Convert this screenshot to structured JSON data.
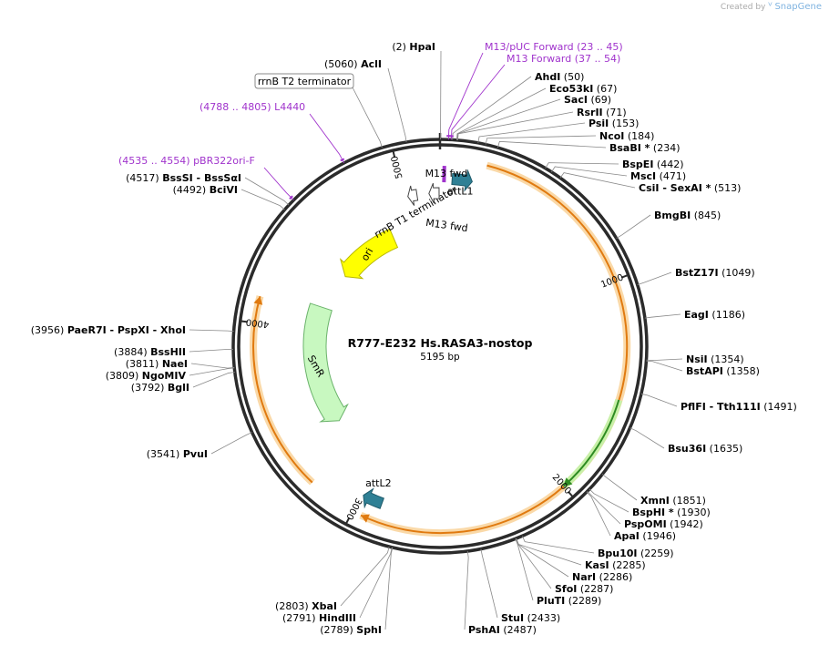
{
  "credit": {
    "prefix": "Created by",
    "brand": "SnapGene"
  },
  "colors": {
    "backbone": "#2b2b2b",
    "enzyme_line": "#888888",
    "primer": "#a033cc",
    "orange": "#e07a10",
    "orange_halo": "#fad9a8",
    "yellow": "#ffff00",
    "smr": "#c8f8c0",
    "teal": "#2f8095",
    "green": "#2e8b22",
    "green_halo": "#c8f0a8"
  },
  "plasmid": {
    "name": "R777-E232 Hs.RASA3-nostop",
    "length_label": "5195 bp",
    "length": 5195
  },
  "ruler": [
    {
      "pos": 1000,
      "label": "1000"
    },
    {
      "pos": 2000,
      "label": "2000"
    },
    {
      "pos": 3000,
      "label": "3000"
    },
    {
      "pos": 4000,
      "label": "4000"
    },
    {
      "pos": 5000,
      "label": "5000"
    }
  ],
  "features": [
    {
      "name": "ori",
      "label": "ori",
      "start": 4420,
      "end": 4860,
      "dir": -1,
      "type": "yellow"
    },
    {
      "name": "SmR",
      "label": "SmR",
      "start": 3370,
      "end": 4160,
      "dir": -1,
      "type": "smr"
    },
    {
      "name": "rrnB T1 terminator",
      "label": "rrnB T1 terminator",
      "start": 5020,
      "end": 5070,
      "dir": -1,
      "type": "terminator"
    },
    {
      "name": "attL1",
      "label": "attL1",
      "start": 60,
      "end": 160,
      "dir": 1,
      "type": "teal"
    },
    {
      "name": "attL2",
      "label": "attL2",
      "start": 2890,
      "end": 2990,
      "dir": 1,
      "type": "teal"
    },
    {
      "name": "M13 fwd",
      "label": "M13 fwd",
      "start": 20,
      "end": 40,
      "dir": 1,
      "type": "primer-mark"
    },
    {
      "name": "arrow-outline",
      "label": "",
      "start": 5135,
      "end": 5190,
      "dir": -1,
      "type": "outline"
    }
  ],
  "orf_arcs": [
    {
      "start": 210,
      "end": 2960,
      "dir": 1,
      "type": "orange"
    },
    {
      "start": 3220,
      "end": 4120,
      "dir": 1,
      "type": "orange"
    },
    {
      "start": 1540,
      "end": 2000,
      "dir": 1,
      "type": "green"
    }
  ],
  "top_labels": [
    {
      "pos": "(2)",
      "name": "HpaI",
      "site": 2,
      "star": false
    },
    {
      "pos": "(5060)",
      "name": "AclI",
      "site": 5060,
      "star": false
    }
  ],
  "boxed_label": {
    "text": "rrnB T2 terminator",
    "site": 4960
  },
  "primers": [
    {
      "name": "M13/pUC Forward",
      "range": "(23 .. 45)",
      "site": 34
    },
    {
      "name": "M13 Forward",
      "range": "(37 .. 54)",
      "site": 45
    },
    {
      "name": "L4440",
      "range": "(4788 .. 4805)",
      "site": 4796
    },
    {
      "name": "pBR322ori-F",
      "range": "(4535 .. 4554)",
      "site": 4545
    }
  ],
  "right_enzymes": [
    {
      "name": "AhdI",
      "pos": "(50)",
      "site": 50
    },
    {
      "name": "Eco53kI",
      "pos": "(67)",
      "site": 67
    },
    {
      "name": "SacI",
      "pos": "(69)",
      "site": 69
    },
    {
      "name": "RsrII",
      "pos": "(71)",
      "site": 71
    },
    {
      "name": "PsiI",
      "pos": "(153)",
      "site": 153
    },
    {
      "name": "NcoI",
      "pos": "(184)",
      "site": 184
    },
    {
      "name": "BsaBI *",
      "pos": "(234)",
      "site": 234
    },
    {
      "name": "BspEI",
      "pos": "(442)",
      "site": 442
    },
    {
      "name": "MscI",
      "pos": "(471)",
      "site": 471
    },
    {
      "name": "CsiI - SexAI *",
      "pos": "(513)",
      "site": 513
    },
    {
      "name": "BmgBI",
      "pos": "(845)",
      "site": 845
    },
    {
      "name": "BstZ17I",
      "pos": "(1049)",
      "site": 1049
    },
    {
      "name": "EagI",
      "pos": "(1186)",
      "site": 1186
    },
    {
      "name": "NsiI",
      "pos": "(1354)",
      "site": 1354
    },
    {
      "name": "BstAPI",
      "pos": "(1358)",
      "site": 1358
    },
    {
      "name": "PflFI - Tth111I",
      "pos": "(1491)",
      "site": 1491
    },
    {
      "name": "Bsu36I",
      "pos": "(1635)",
      "site": 1635
    },
    {
      "name": "XmnI",
      "pos": "(1851)",
      "site": 1851
    },
    {
      "name": "BspHI *",
      "pos": "(1930)",
      "site": 1930
    },
    {
      "name": "PspOMI",
      "pos": "(1942)",
      "site": 1942
    },
    {
      "name": "ApaI",
      "pos": "(1946)",
      "site": 1946
    },
    {
      "name": "Bpu10I",
      "pos": "(2259)",
      "site": 2259
    },
    {
      "name": "KasI",
      "pos": "(2285)",
      "site": 2285
    },
    {
      "name": "NarI",
      "pos": "(2286)",
      "site": 2286
    },
    {
      "name": "SfoI",
      "pos": "(2287)",
      "site": 2287
    },
    {
      "name": "PluTI",
      "pos": "(2289)",
      "site": 2289
    },
    {
      "name": "StuI",
      "pos": "(2433)",
      "site": 2433
    },
    {
      "name": "PshAI",
      "pos": "(2487)",
      "site": 2487
    }
  ],
  "left_enzymes": [
    {
      "name": "BssSI - BssSαI",
      "pos": "(4517)",
      "site": 4517
    },
    {
      "name": "BciVI",
      "pos": "(4492)",
      "site": 4492
    },
    {
      "name": "PaeR7I - PspXI - XhoI",
      "pos": "(3956)",
      "site": 3956
    },
    {
      "name": "BssHII",
      "pos": "(3884)",
      "site": 3884
    },
    {
      "name": "NaeI",
      "pos": "(3811)",
      "site": 3811
    },
    {
      "name": "NgoMIV",
      "pos": "(3809)",
      "site": 3809
    },
    {
      "name": "BglI",
      "pos": "(3792)",
      "site": 3792
    },
    {
      "name": "PvuI",
      "pos": "(3541)",
      "site": 3541
    },
    {
      "name": "XbaI",
      "pos": "(2803)",
      "site": 2803
    },
    {
      "name": "HindIII",
      "pos": "(2791)",
      "site": 2791
    },
    {
      "name": "SphI",
      "pos": "(2789)",
      "site": 2789
    }
  ]
}
